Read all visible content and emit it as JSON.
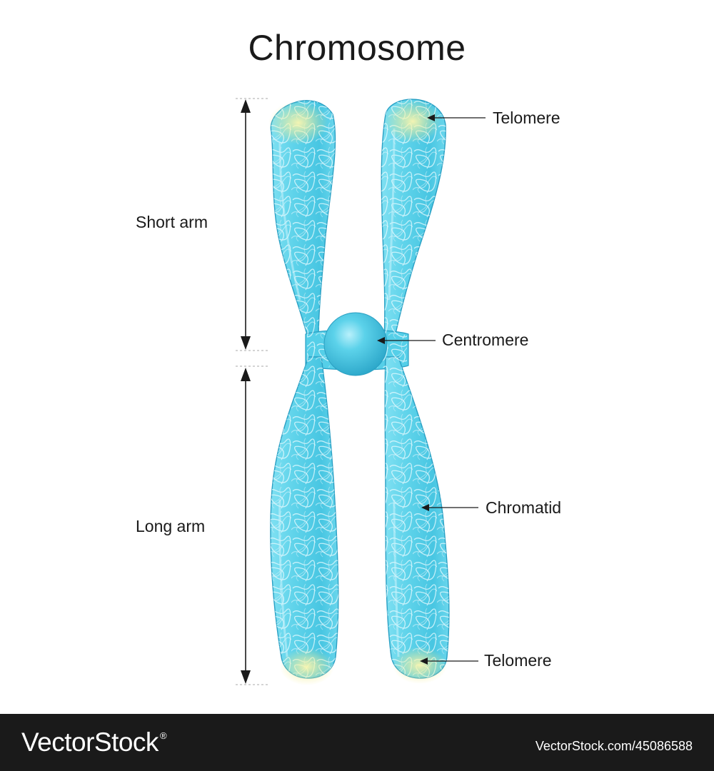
{
  "title": "Chromosome",
  "labels": {
    "short_arm": "Short arm",
    "long_arm": "Long arm",
    "telomere_top": "Telomere",
    "centromere": "Centromere",
    "chromatid": "Chromatid",
    "telomere_bottom": "Telomere"
  },
  "colors": {
    "chromatid": "#5ad2ea",
    "centromere": "#3cbcdc",
    "telomere": "#f2ec8a",
    "outline": "#2aa0c4"
  },
  "watermark": {
    "brand": "VectorStock",
    "mark": "®",
    "url": "VectorStock.com/45086588"
  }
}
